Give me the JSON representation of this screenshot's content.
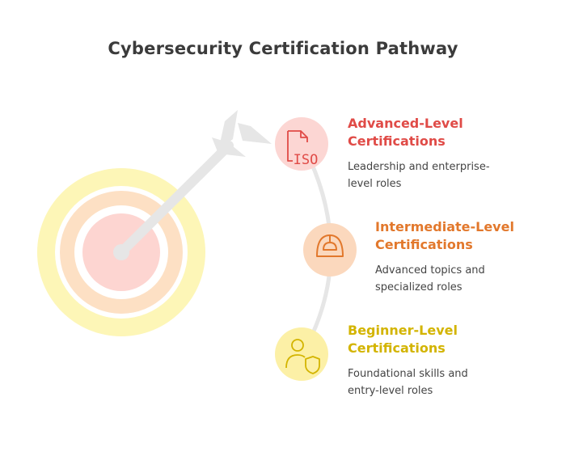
{
  "title": "Cybersecurity Certification Pathway",
  "levels": [
    {
      "title_line1": "Advanced-Level",
      "title_line2": "Certifications",
      "desc_line1": "Leadership and enterprise-",
      "desc_line2": "level roles",
      "color": "#e04b47",
      "icon_bg": "#fcd6d3",
      "icon": "iso-document-icon",
      "icon_text": "ISO"
    },
    {
      "title_line1": "Intermediate-Level",
      "title_line2": "Certifications",
      "desc_line1": "Advanced topics and",
      "desc_line2": "specialized roles",
      "color": "#e2782c",
      "icon_bg": "#fbd8bd",
      "icon": "helmet-icon"
    },
    {
      "title_line1": "Beginner-Level",
      "title_line2": "Certifications",
      "desc_line1": "Foundational skills and",
      "desc_line2": "entry-level roles",
      "color": "#d3b400",
      "icon_bg": "#fcf0a6",
      "icon": "user-shield-icon"
    }
  ]
}
